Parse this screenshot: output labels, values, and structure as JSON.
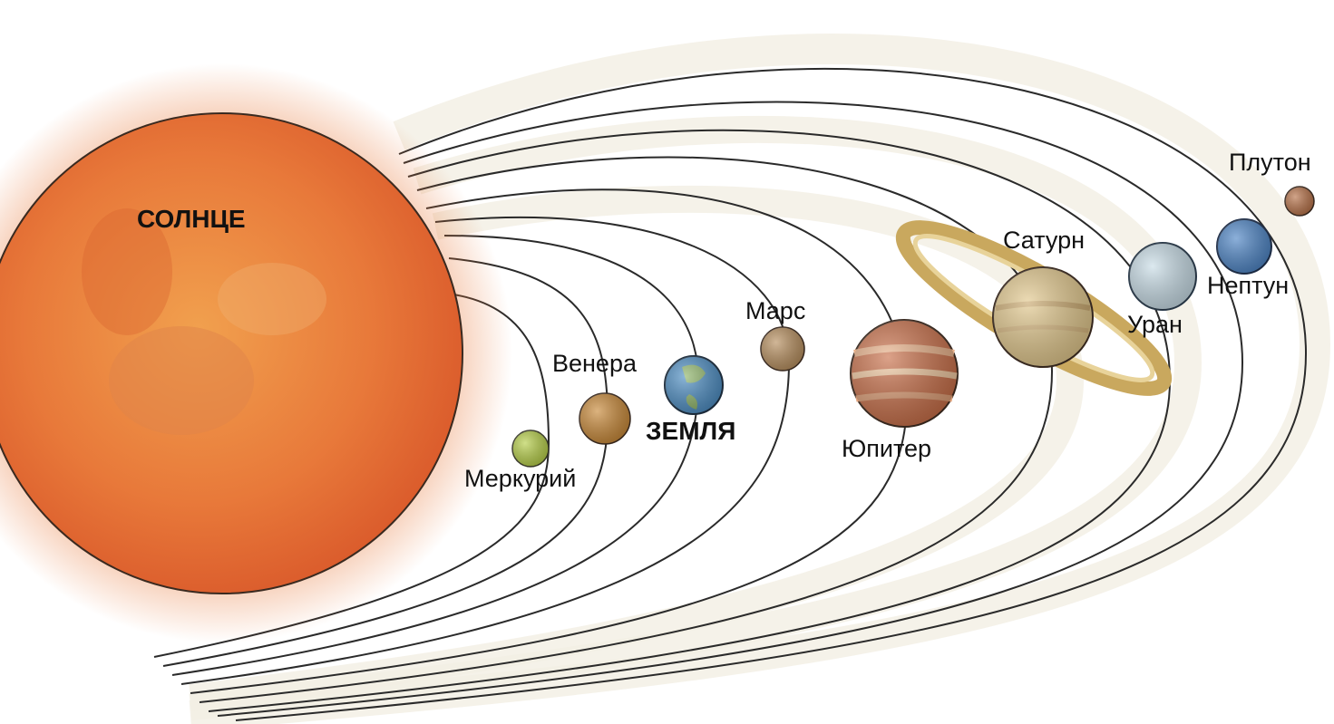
{
  "sun": {
    "label": "СОЛНЦЕ"
  },
  "planets": [
    {
      "key": "mercury",
      "label": "Меркурий",
      "color": "#b7cf4a"
    },
    {
      "key": "venus",
      "label": "Венера",
      "color": "#c98a3a"
    },
    {
      "key": "earth",
      "label": "ЗЕМЛЯ",
      "color": "#4f8fc4"
    },
    {
      "key": "mars",
      "label": "Марс",
      "color": "#b89060"
    },
    {
      "key": "jupiter",
      "label": "Юпитер",
      "color": "#c9704a"
    },
    {
      "key": "saturn",
      "label": "Сатурн",
      "color": "#e3c98e"
    },
    {
      "key": "uranus",
      "label": "Уран",
      "color": "#c9dde7"
    },
    {
      "key": "neptune",
      "label": "Нептун",
      "color": "#4f86c6"
    },
    {
      "key": "pluto",
      "label": "Плутон",
      "color": "#b8734a"
    }
  ],
  "colors": {
    "sun_core": "#e8793a",
    "sun_edge": "#d9582a",
    "orbit_line": "#2a2a2a",
    "orbit_band": "#f3efe3"
  }
}
